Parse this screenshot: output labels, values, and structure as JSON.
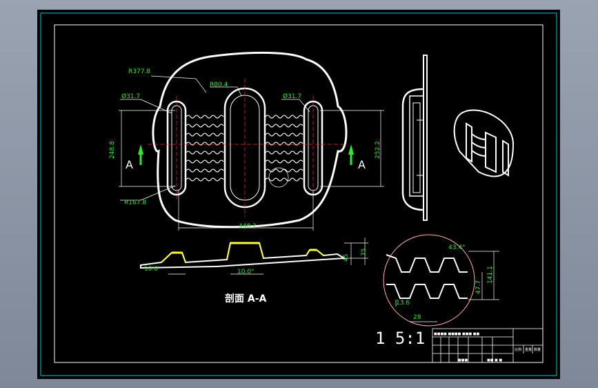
{
  "colors": {
    "background": "#000000",
    "frame": "#00c8d8",
    "outline": "#ffffff",
    "dimension": "#2fe82f",
    "centerline": "#ff3030",
    "highlight": "#ffff40",
    "window": "#8e98a8"
  },
  "labels": {
    "r377": "R377.8",
    "r80": "R80.4",
    "r31_left": "Ø31.7",
    "r31_right": "Ø31.7",
    "r167": "R167.8",
    "h248": "248.8",
    "h252": "252.2",
    "w448": "448.2",
    "section_w": "10.0°",
    "section_left": "10.0",
    "section_h45": "45",
    "section_h75": "75",
    "section_title": "剖面 A-A",
    "d_angle": "43.4°",
    "d_141": "141.1",
    "d_47": "47.7",
    "d_13": "13.6",
    "d_28": "28",
    "arrow_left": "A",
    "arrow_right": "A",
    "scale": "1 5:1"
  },
  "title_block": {
    "row1": "■■■■ ■■■■ ■■■ ■■",
    "r_cells": [
      "比例",
      "重量",
      "数量"
    ],
    "sign": "■■■",
    "bottom": "■■ ■ ■"
  }
}
